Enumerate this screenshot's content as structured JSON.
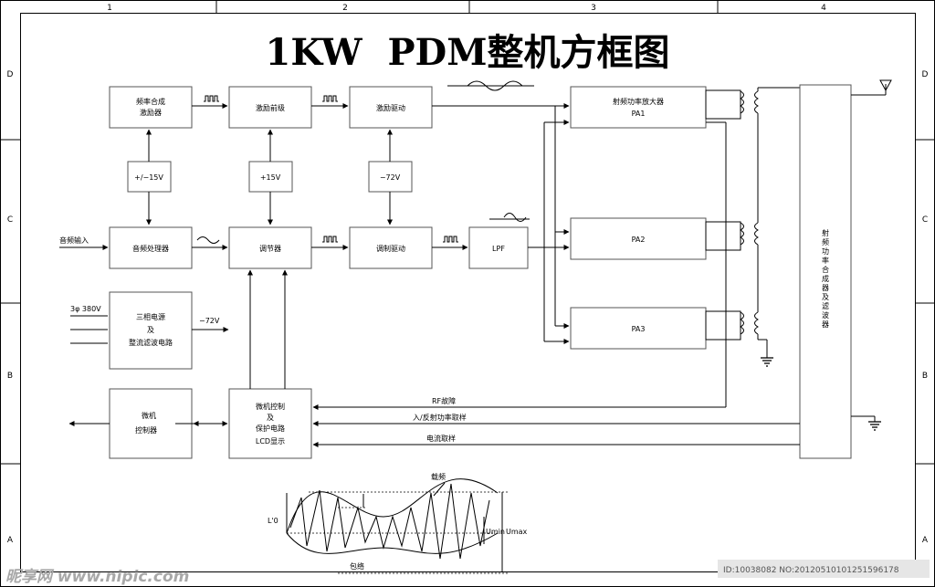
{
  "title": "1KW  PDM整机方框图",
  "border": {
    "columns": [
      "1",
      "2",
      "3",
      "4"
    ],
    "rows": [
      "D",
      "C",
      "B",
      "A"
    ]
  },
  "blocks": {
    "freq_synth": [
      "频率合成",
      "激励器"
    ],
    "excite_pre": "激励前级",
    "excite_drive": "激励驱动",
    "pm15": "+/−15V",
    "p15": "+15V",
    "m72": "−72V",
    "audio_proc": "音频处理器",
    "regulator": "调节器",
    "mod_drive": "调制驱动",
    "lpf": "LPF",
    "pa1": [
      "射频功率放大器",
      "PA1"
    ],
    "pa2": "PA2",
    "pa3": "PA3",
    "psu": [
      "三相电源",
      "及",
      "整流滤波电路"
    ],
    "mcu": [
      "微机",
      "控制器"
    ],
    "mcu_ctrl": [
      "微机控制",
      "及",
      "保护电路",
      "LCD显示"
    ],
    "combiner": [
      "射",
      "频",
      "功",
      "率",
      "合",
      "成",
      "器",
      "及",
      "滤",
      "波",
      "器"
    ]
  },
  "labels": {
    "audio_in": "音频输入",
    "three_phase": "3φ 380V",
    "psu_out": "−72V",
    "rf_fault": "RF故障",
    "power_sample": "入/反射功率取样",
    "current_sample": "电流取样"
  },
  "waveform": {
    "carrier": "载频",
    "envelope": "包络",
    "l0": "L'0",
    "umin": "Umin",
    "umax": "Umax"
  },
  "watermark": {
    "logo": "昵享网 www.nipic.com",
    "id": "ID:10038082 NO:20120510101251596178"
  }
}
